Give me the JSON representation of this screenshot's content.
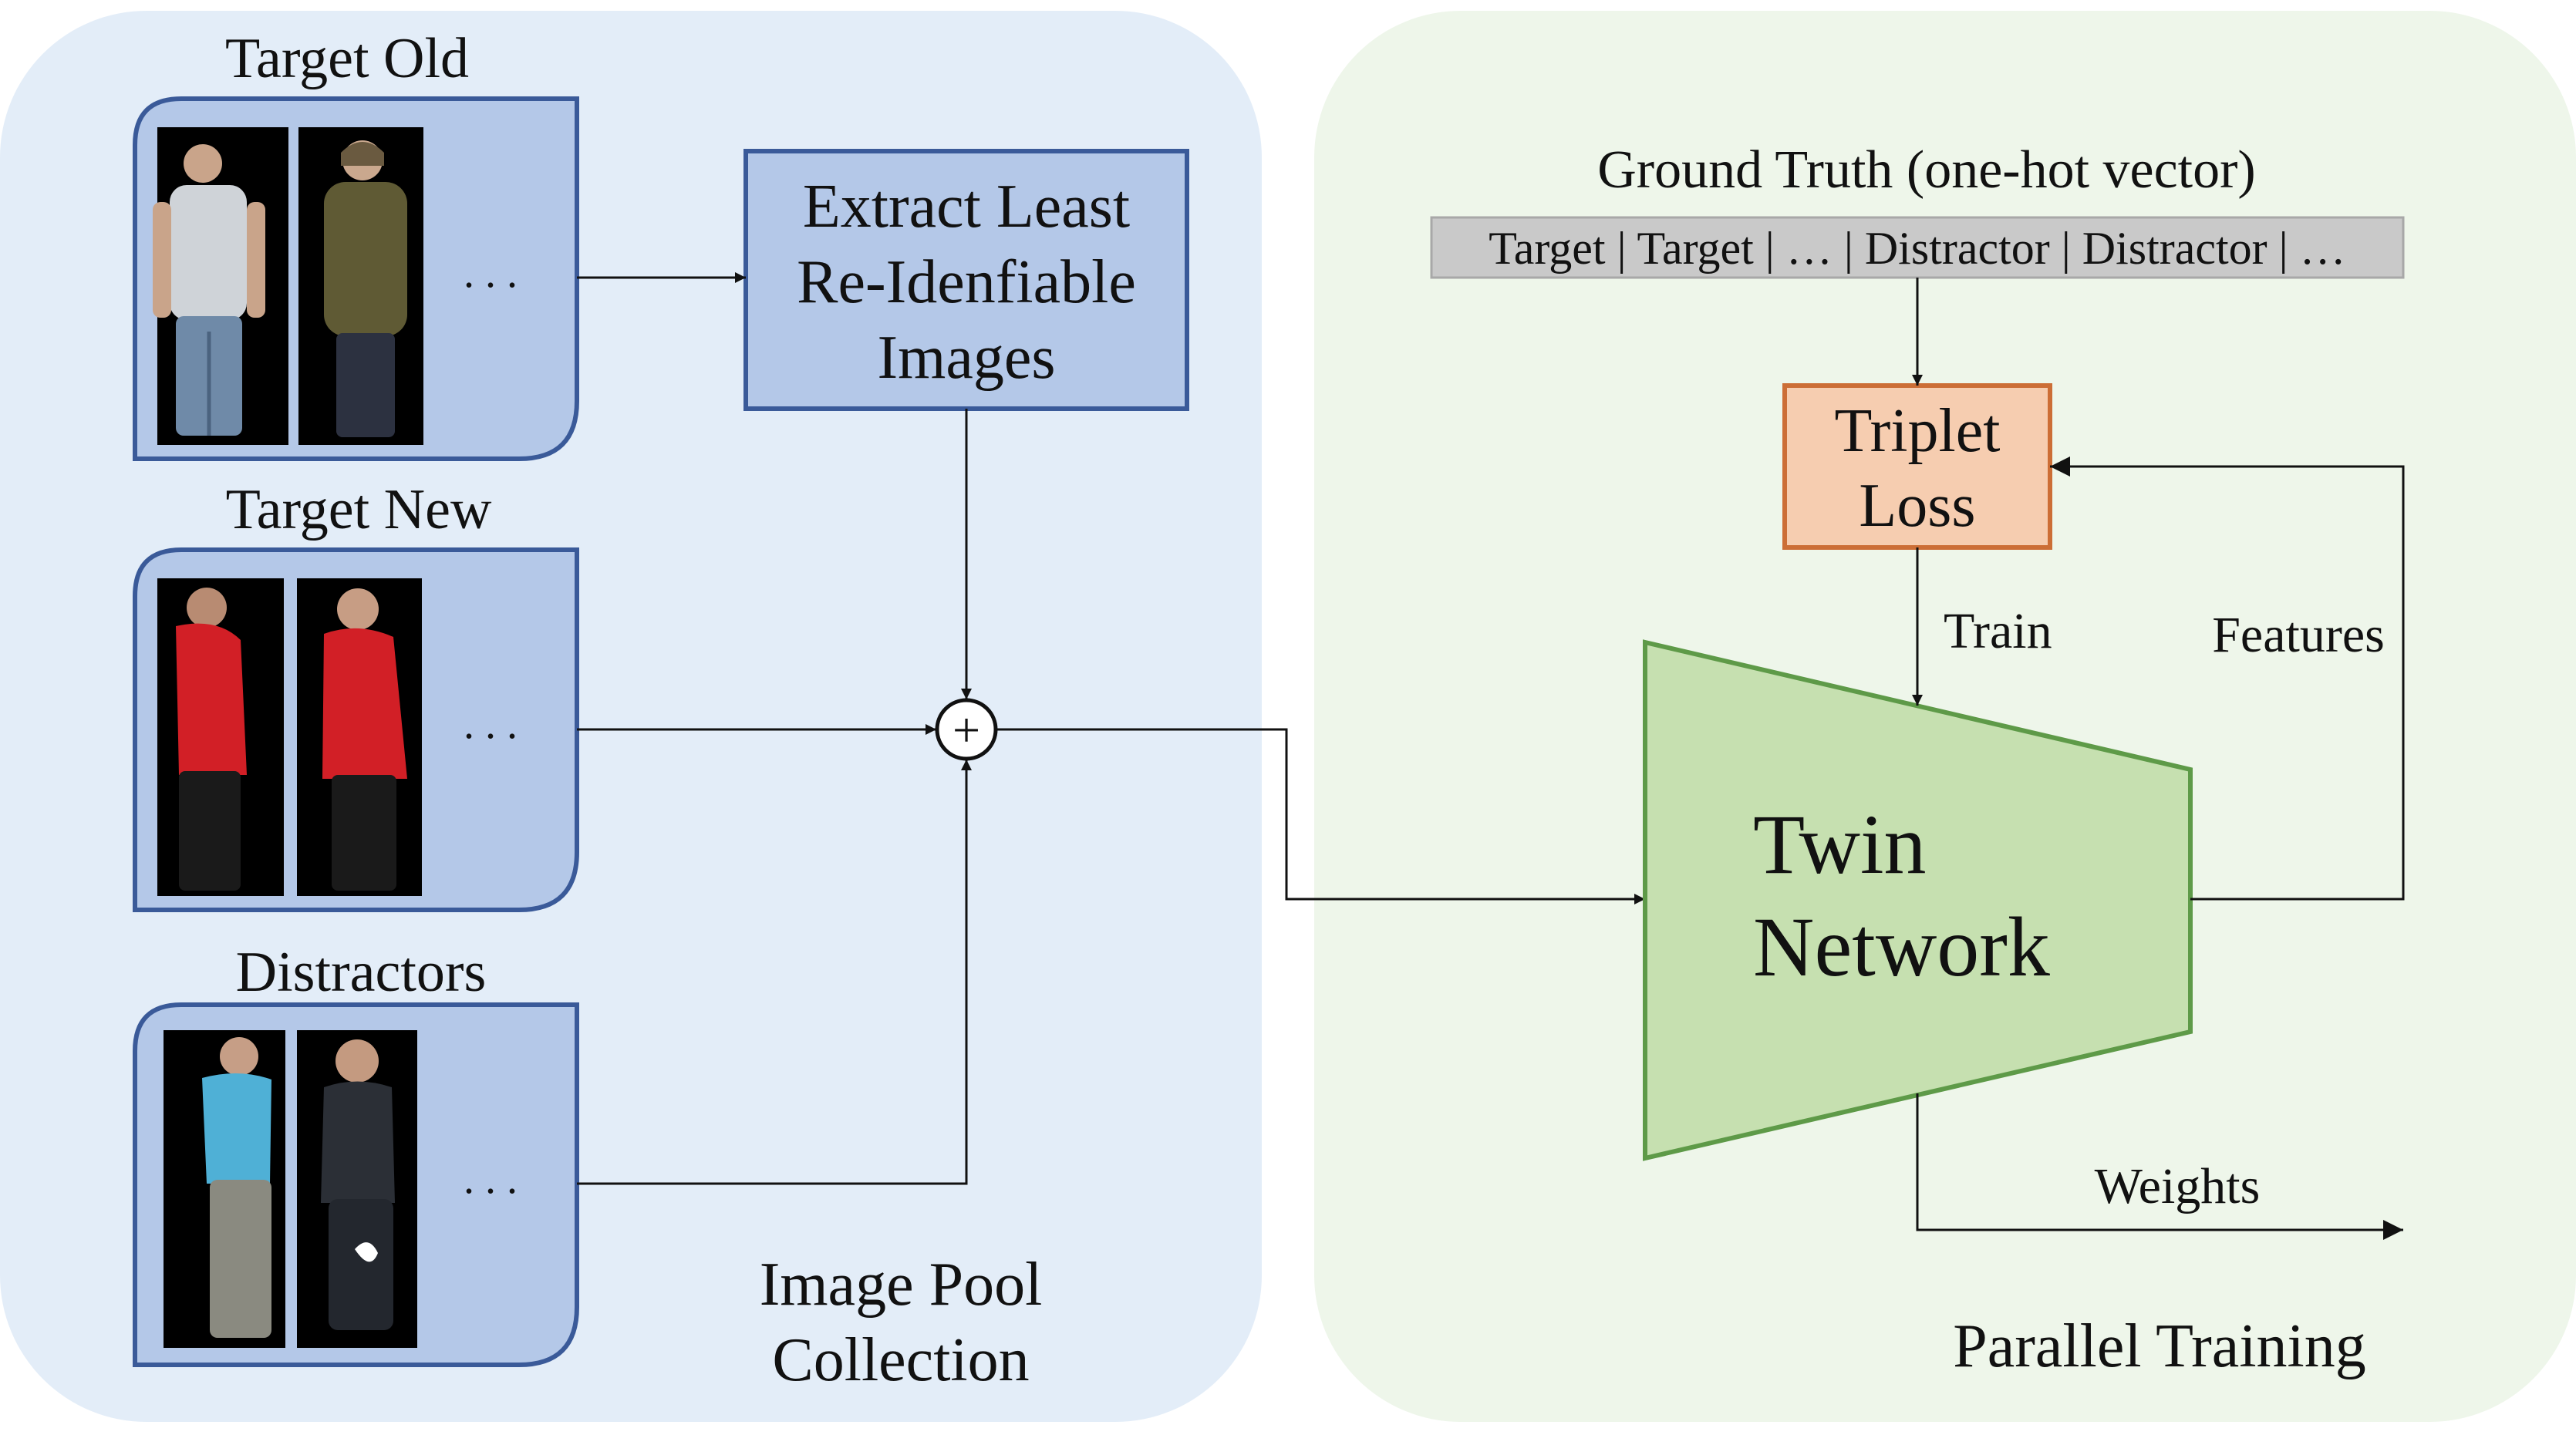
{
  "left_panel": {
    "label_line1": "Image Pool",
    "label_line2": "Collection",
    "background": "#e3edf8"
  },
  "right_panel": {
    "label": "Parallel Training",
    "background": "#eef6ea"
  },
  "groups": [
    {
      "title": "Target Old",
      "ellipsis": ". . ."
    },
    {
      "title": "Target New",
      "ellipsis": ". . ."
    },
    {
      "title": "Distractors",
      "ellipsis": ". . ."
    }
  ],
  "extract_box": {
    "line1": "Extract Least",
    "line2": "Re-Idenfiable",
    "line3": "Images",
    "fill": "#b4c8e8",
    "stroke": "#3a5a99"
  },
  "combiner": {
    "symbol": "+"
  },
  "ground_truth": {
    "title": "Ground Truth (one-hot vector)",
    "bar_text": "Target | Target | … | Distractor | Distractor | …"
  },
  "triplet_loss": {
    "line1": "Triplet",
    "line2": "Loss",
    "fill": "#f6cdb0",
    "stroke": "#cc6e36"
  },
  "twin_network": {
    "line1": "Twin",
    "line2": "Network",
    "fill": "#c6e0b0",
    "stroke": "#5e9a48"
  },
  "edges": {
    "train": "Train",
    "features": "Features",
    "weights": "Weights"
  },
  "colors": {
    "card_fill": "#b4c8e8",
    "card_stroke": "#3a5a99",
    "photo_bg": "#000000"
  }
}
